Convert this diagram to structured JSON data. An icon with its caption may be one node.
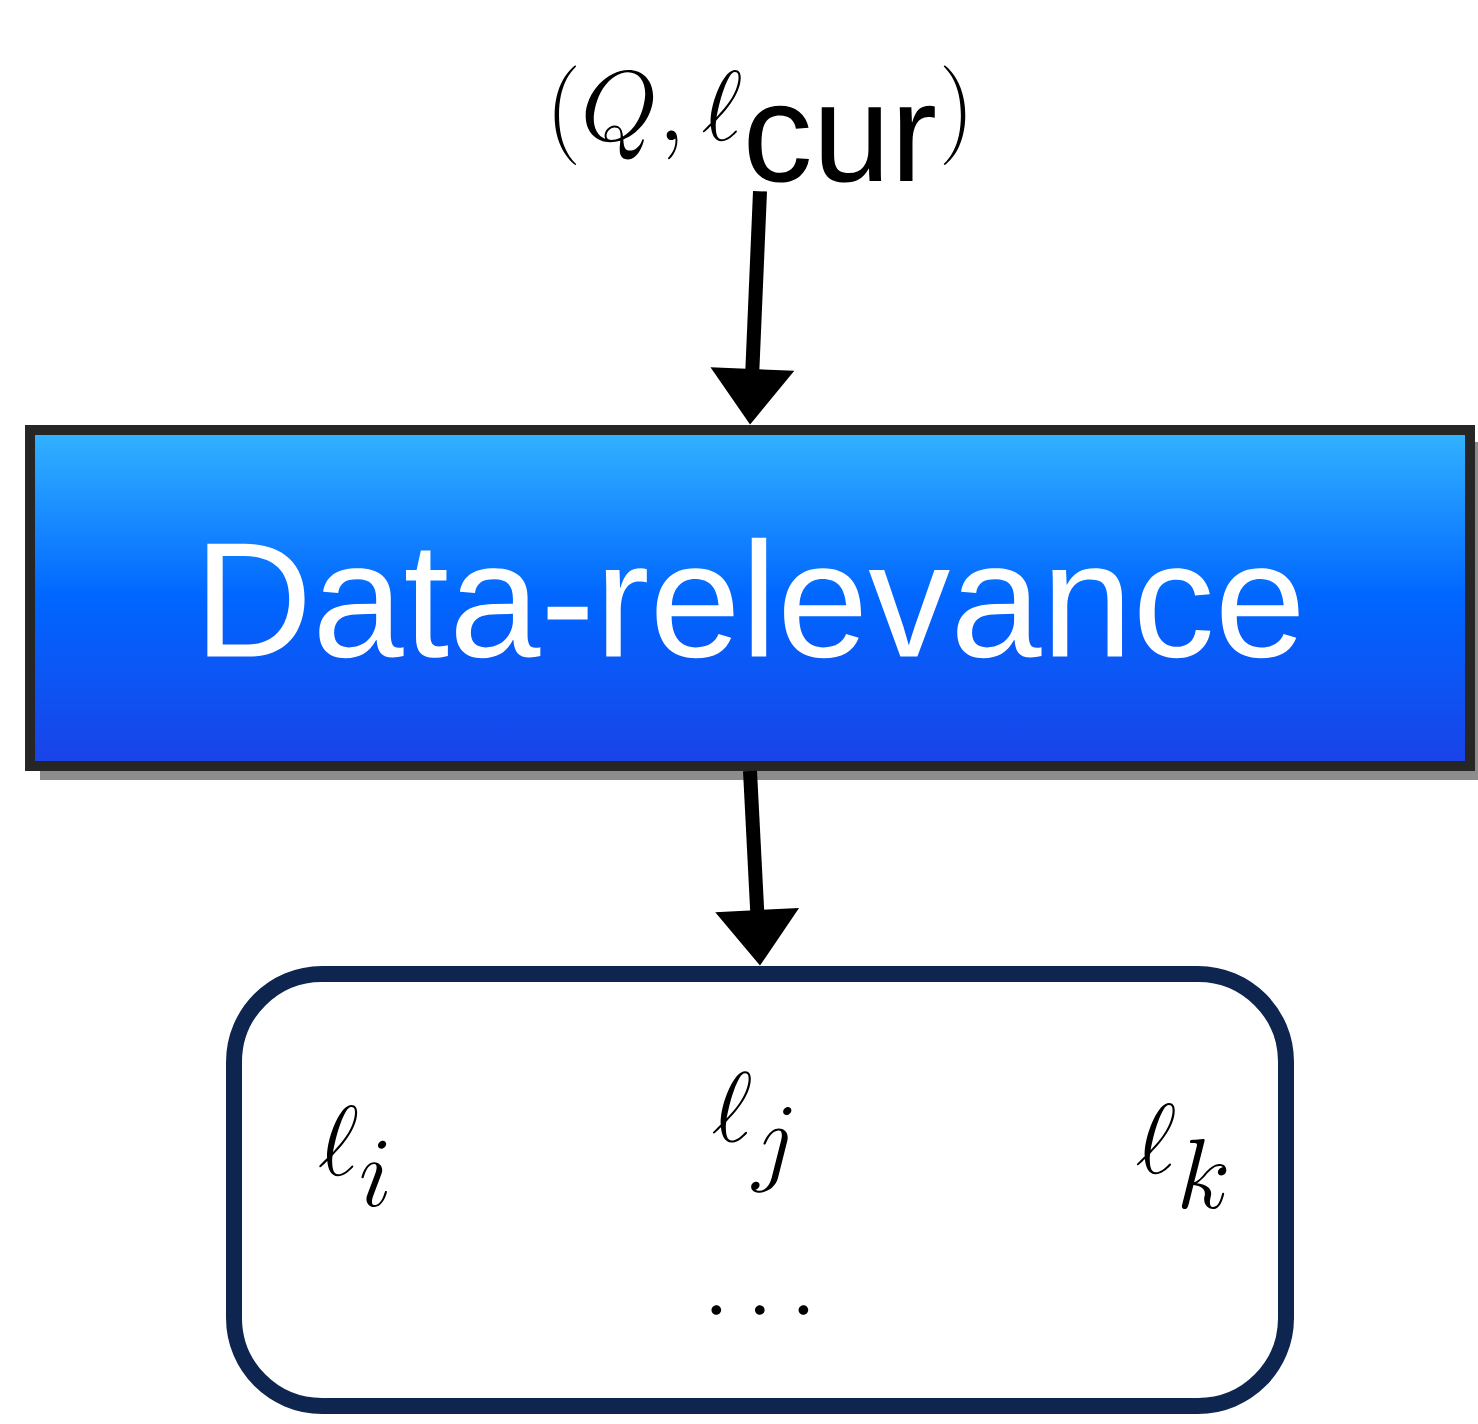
{
  "diagram": {
    "nodes": [
      {
        "text": [
          "(Q, \\ell_{\\mathrm{cur}})"
        ]
      },
      {
        "text": [
          "Data-relevance"
        ]
      },
      {
        "text": [
          "\\ell_i",
          "\\ell_j",
          "\\ell_k",
          "\\dots"
        ]
      }
    ],
    "edges": [
      {
        "from": 0,
        "to": 1,
        "arrow": "to"
      },
      {
        "from": 1,
        "to": 2,
        "arrow": "to"
      }
    ]
  }
}
